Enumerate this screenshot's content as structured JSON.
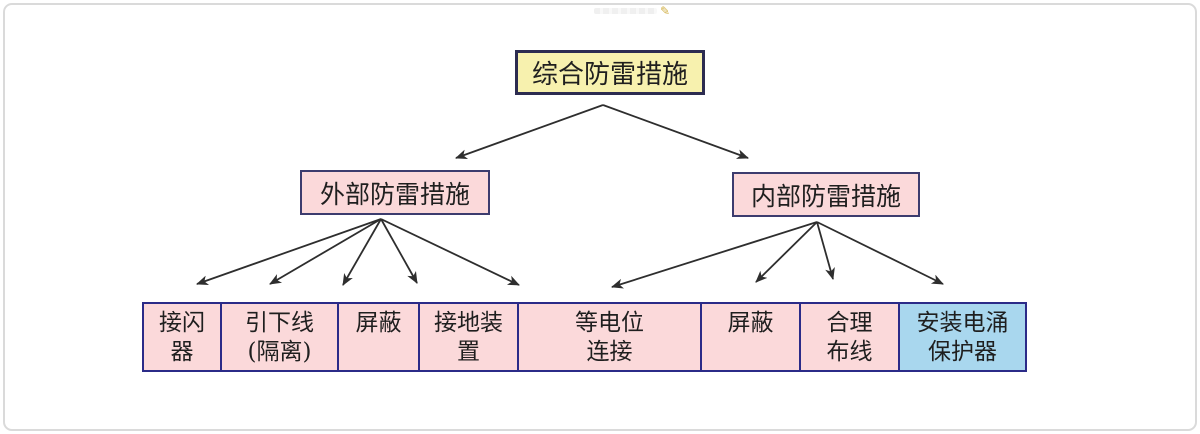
{
  "diagram": {
    "root": {
      "label": "综合防雷措施"
    },
    "branches": [
      {
        "id": "external",
        "label": "外部防雷措施"
      },
      {
        "id": "internal",
        "label": "内部防雷措施"
      }
    ],
    "leaves": [
      {
        "label": "接闪\n器"
      },
      {
        "label": "引下线\n(隔离)"
      },
      {
        "label": "屏蔽"
      },
      {
        "label": "接地装\n置"
      },
      {
        "label": "等电位\n连接"
      },
      {
        "label": "屏蔽"
      },
      {
        "label": "合理\n布线"
      },
      {
        "label": "安装电涌\n保护器",
        "highlight": true
      }
    ],
    "edges": [
      {
        "from": "root",
        "to": "external"
      },
      {
        "from": "root",
        "to": "internal"
      },
      {
        "from": "external",
        "to": "leaf-1"
      },
      {
        "from": "external",
        "to": "leaf-2"
      },
      {
        "from": "external",
        "to": "leaf-3"
      },
      {
        "from": "external",
        "to": "leaf-4"
      },
      {
        "from": "external",
        "to": "leaf-5"
      },
      {
        "from": "internal",
        "to": "leaf-5"
      },
      {
        "from": "internal",
        "to": "leaf-6"
      },
      {
        "from": "internal",
        "to": "leaf-7"
      },
      {
        "from": "internal",
        "to": "leaf-8"
      }
    ],
    "colors": {
      "root_bg": "#f7f1ae",
      "branch_bg": "#fbd9da",
      "leaf_bg": "#fbd9da",
      "highlight_leaf_bg": "#a9d7ee",
      "root_border": "#2c2c50",
      "branch_border": "#3c3c6e",
      "leaf_border": "#2b2b88",
      "arrow": "#2e2e2e",
      "text": "#1f1f1f"
    }
  },
  "watermark": {
    "pencil_icon": "✎"
  }
}
